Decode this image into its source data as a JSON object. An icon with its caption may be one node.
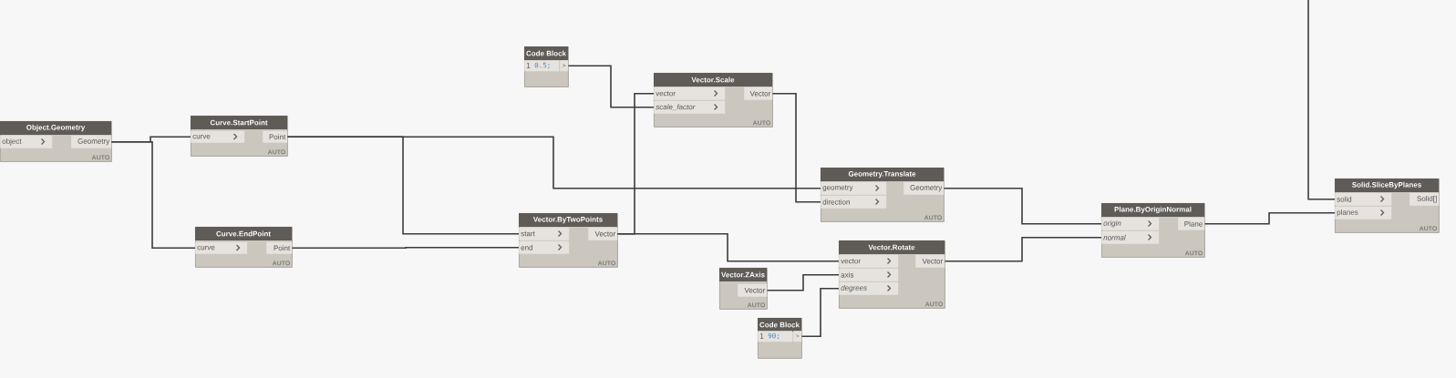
{
  "diagram": {
    "nodes": [
      {
        "text": [
          "Object.Geometry",
          "AUTO"
        ]
      },
      {
        "text": [
          "object"
        ],
        "in": 0
      },
      {
        "text": [
          "Geometry"
        ],
        "in": 0
      },
      {
        "text": [
          "Curve.StartPoint",
          "AUTO"
        ]
      },
      {
        "text": [
          "curve"
        ],
        "in": 3
      },
      {
        "text": [
          "Point"
        ],
        "in": 3
      },
      {
        "text": [
          "Curve.EndPoint",
          "AUTO"
        ]
      },
      {
        "text": [
          "curve"
        ],
        "in": 6
      },
      {
        "text": [
          "Point"
        ],
        "in": 6
      },
      {
        "text": [
          "Code Block"
        ]
      },
      {
        "text": [
          "1",
          "0.5;"
        ],
        "in": 9
      },
      {
        "text": [
          ">"
        ],
        "in": 9
      },
      {
        "text": [
          "Vector.Scale",
          "AUTO"
        ]
      },
      {
        "text": [
          "vector"
        ],
        "in": 12
      },
      {
        "text": [
          "scale_factor"
        ],
        "in": 12
      },
      {
        "text": [
          "Vector"
        ],
        "in": 12
      },
      {
        "text": [
          "Geometry.Translate",
          "AUTO"
        ]
      },
      {
        "text": [
          "geometry"
        ],
        "in": 16
      },
      {
        "text": [
          "direction"
        ],
        "in": 16
      },
      {
        "text": [
          "Geometry"
        ],
        "in": 16
      },
      {
        "text": [
          "Vector.ByTwoPoints",
          "AUTO"
        ]
      },
      {
        "text": [
          "start"
        ],
        "in": 20
      },
      {
        "text": [
          "end"
        ],
        "in": 20
      },
      {
        "text": [
          "Vector"
        ],
        "in": 20
      },
      {
        "text": [
          "Vector.Rotate",
          "AUTO"
        ]
      },
      {
        "text": [
          "vector"
        ],
        "in": 24
      },
      {
        "text": [
          "axis"
        ],
        "in": 24
      },
      {
        "text": [
          "degrees"
        ],
        "in": 24
      },
      {
        "text": [
          "Vector"
        ],
        "in": 24
      },
      {
        "text": [
          "Vector.ZAxis",
          "AUTO"
        ]
      },
      {
        "text": [
          "Vector"
        ],
        "in": 29
      },
      {
        "text": [
          "Code Block"
        ]
      },
      {
        "text": [
          "1",
          "90;"
        ],
        "in": 31
      },
      {
        "text": [
          ">"
        ],
        "in": 31
      },
      {
        "text": [
          "Plane.ByOriginNormal",
          "AUTO"
        ]
      },
      {
        "text": [
          "origin"
        ],
        "in": 34
      },
      {
        "text": [
          "normal"
        ],
        "in": 34
      },
      {
        "text": [
          "Plane"
        ],
        "in": 34
      },
      {
        "text": [
          "Solid.SliceByPlanes",
          "AUTO"
        ]
      },
      {
        "text": [
          "solid"
        ],
        "in": 38
      },
      {
        "text": [
          "planes"
        ],
        "in": 38
      },
      {
        "text": [
          "Solid[]"
        ],
        "in": 38
      }
    ],
    "edges": [
      {
        "from": 2,
        "to": 4,
        "arrow": "none"
      },
      {
        "from": 2,
        "to": 7,
        "arrow": "none"
      },
      {
        "from": 5,
        "to": 17,
        "arrow": "none"
      },
      {
        "from": 5,
        "to": 21,
        "arrow": "none"
      },
      {
        "from": 8,
        "to": 22,
        "arrow": "none"
      },
      {
        "from": 11,
        "to": 14,
        "arrow": "none"
      },
      {
        "from": 23,
        "to": 13,
        "arrow": "none"
      },
      {
        "from": 23,
        "to": 25,
        "arrow": "none"
      },
      {
        "from": 15,
        "to": 18,
        "arrow": "none"
      },
      {
        "from": 30,
        "to": 26,
        "arrow": "none"
      },
      {
        "from": 33,
        "to": 27,
        "arrow": "none"
      },
      {
        "from": 19,
        "to": 35,
        "arrow": "none"
      },
      {
        "from": 28,
        "to": 36,
        "arrow": "none"
      },
      {
        "from": 37,
        "to": 40,
        "arrow": "none"
      },
      {
        "from": null,
        "to": 39,
        "arrow": "none"
      }
    ]
  }
}
